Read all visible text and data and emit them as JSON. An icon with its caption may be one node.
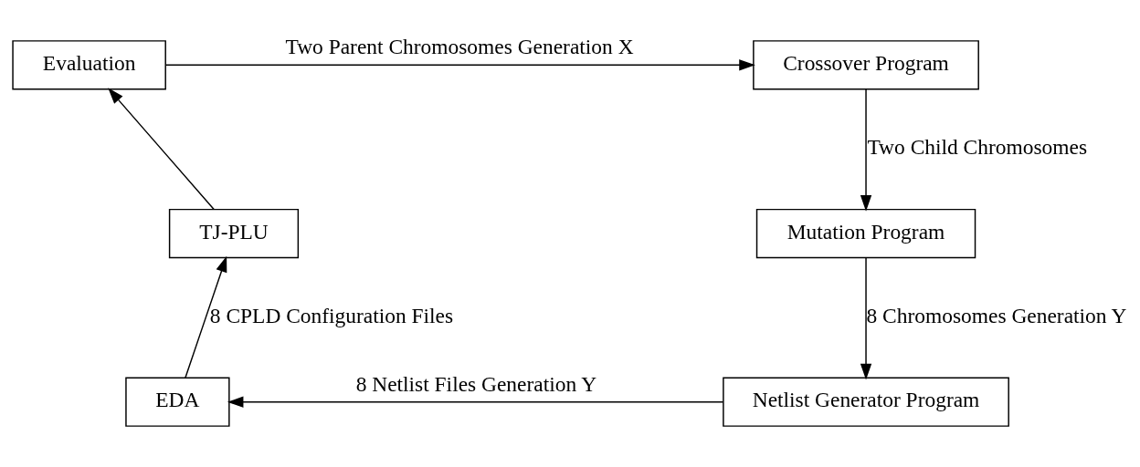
{
  "diagram": {
    "nodes": [
      {
        "text": [
          "Evaluation"
        ]
      },
      {
        "text": [
          "Crossover Program"
        ]
      },
      {
        "text": [
          "TJ-PLU"
        ]
      },
      {
        "text": [
          "Mutation Program"
        ]
      },
      {
        "text": [
          "EDA"
        ]
      },
      {
        "text": [
          "Netlist Generator Program"
        ]
      }
    ],
    "edges": [
      {
        "from": 0,
        "to": 1,
        "arrow": "to",
        "label": "Two Parent Chromosomes Generation X"
      },
      {
        "from": 1,
        "to": 3,
        "arrow": "to",
        "label": "Two Child Chromosomes"
      },
      {
        "from": 3,
        "to": 5,
        "arrow": "to",
        "label": "8 Chromosomes Generation Y"
      },
      {
        "from": 5,
        "to": 4,
        "arrow": "to",
        "label": "8 Netlist Files Generation Y"
      },
      {
        "from": 4,
        "to": 2,
        "arrow": "to",
        "label": "8 CPLD Configuration Files"
      },
      {
        "from": 2,
        "to": 0,
        "arrow": "to"
      }
    ]
  }
}
